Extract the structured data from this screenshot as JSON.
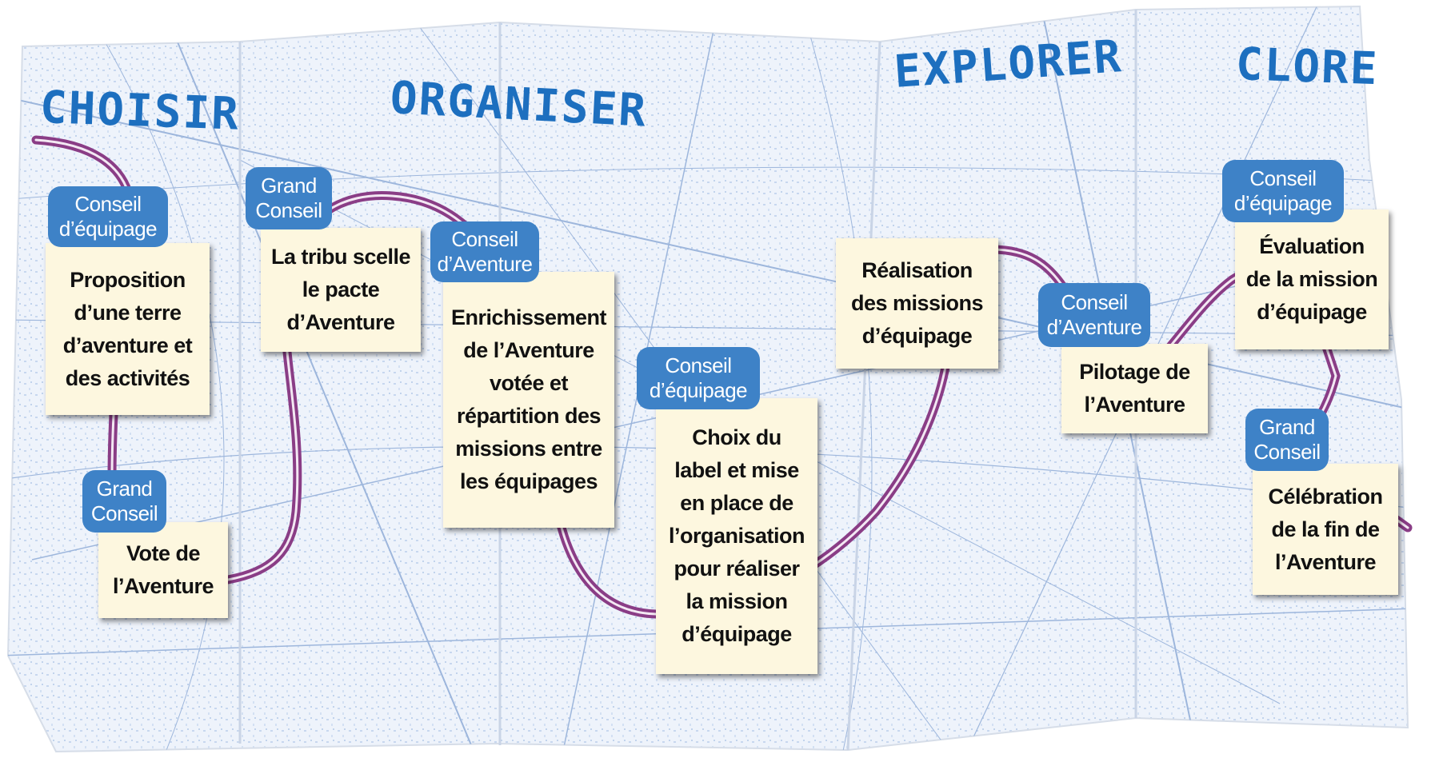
{
  "phases": {
    "choisir": "CHOISIR",
    "organiser": "ORGANISER",
    "explorer": "EXPLORER",
    "clore": "CLORE"
  },
  "tags": {
    "t1": "Conseil\nd’équipage",
    "t2": "Grand\nConseil",
    "t3": "Grand\nConseil",
    "t4": "Conseil\nd’Aventure",
    "t5": "Conseil\nd’équipage",
    "t6": "Conseil\nd’Aventure",
    "t7": "Conseil\nd’équipage",
    "t8": "Grand\nConseil"
  },
  "cards": {
    "c1": "Proposition\nd’une terre\nd’aventure et\ndes activités",
    "c2": "Vote de\nl’Aventure",
    "c3": "La tribu scelle\nle pacte\nd’Aventure",
    "c4": "Enrichissement\nde l’Aventure\nvotée et\nrépartition des\nmissions entre\nles équipages",
    "c5": "Choix du\nlabel et mise\nen place de\nl’organisation\npour réaliser\nla mission\nd’équipage",
    "c6": "Réalisation\ndes missions\nd’équipage",
    "c7": "Pilotage de\nl’Aventure",
    "c8": "Évaluation\nde la mission\nd’équipage",
    "c9": "Célébration\nde la fin de\nl’Aventure"
  },
  "colors": {
    "phase_text": "#1d6fbf",
    "tag_bg": "#3e82c7",
    "card_bg": "#fdf7df",
    "track": "#8a3d86",
    "map_bg": "#eef3fb",
    "map_lines": "#9db6dc"
  }
}
